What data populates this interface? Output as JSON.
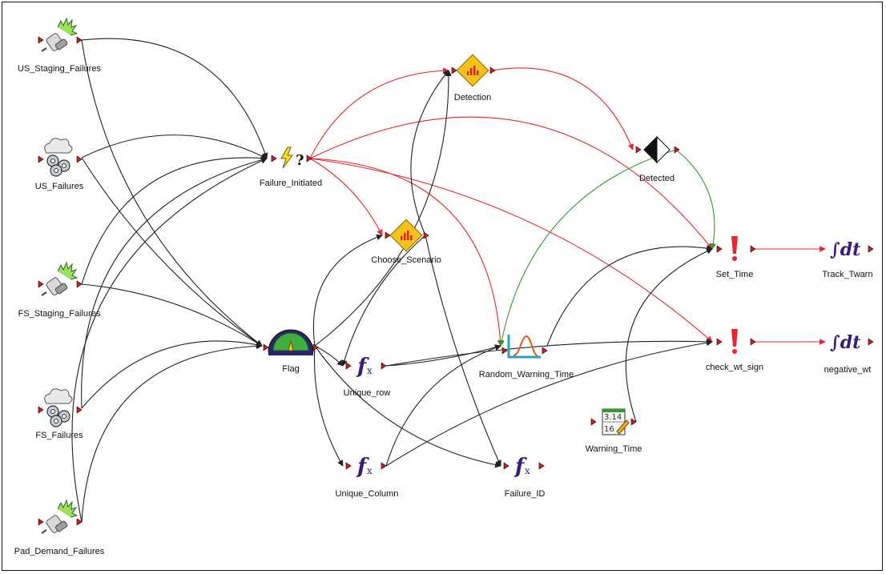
{
  "nodes": [
    {
      "id": "US_Staging_Failures",
      "label": "US_Staging_Failures",
      "icon": "spark-plug-icon"
    },
    {
      "id": "US_Failures",
      "label": "US_Failures",
      "icon": "gears-cloud-icon"
    },
    {
      "id": "FS_Staging_Failures",
      "label": "FS_Staging_Failures",
      "icon": "spark-plug-icon"
    },
    {
      "id": "FS_Failures",
      "label": "FS_Failures",
      "icon": "gears-cloud-icon"
    },
    {
      "id": "Pad_Demand_Failures",
      "label": "Pad_Demand_Failures",
      "icon": "spark-plug-icon"
    },
    {
      "id": "Failure_Initiated",
      "label": "Failure_Initiated",
      "icon": "lightning-question-icon"
    },
    {
      "id": "Flag",
      "label": "Flag",
      "icon": "selector-dial-icon"
    },
    {
      "id": "Detection",
      "label": "Detection",
      "icon": "discrete-distribution-icon"
    },
    {
      "id": "Choose_Scenario",
      "label": "Choose_Scenario",
      "icon": "discrete-distribution-icon"
    },
    {
      "id": "Unique_row",
      "label": "Unique_row",
      "icon": "function-icon"
    },
    {
      "id": "Unique_Column",
      "label": "Unique_Column",
      "icon": "function-icon"
    },
    {
      "id": "Failure_ID",
      "label": "Failure_ID",
      "icon": "function-icon"
    },
    {
      "id": "Random_Warning_Time",
      "label": "Random_Warning_Time",
      "icon": "stochastic-distribution-icon"
    },
    {
      "id": "Detected",
      "label": "Detected",
      "icon": "status-diamond-icon"
    },
    {
      "id": "Set_Time",
      "label": "Set_Time",
      "icon": "trigger-exclamation-icon"
    },
    {
      "id": "check_wt_sign",
      "label": "check_wt_sign",
      "icon": "trigger-exclamation-icon"
    },
    {
      "id": "Warning_Time",
      "label": "Warning_Time",
      "icon": "data-table-icon"
    },
    {
      "id": "Track_Twarn",
      "label": "Track_Twarn",
      "icon": "integrator-icon"
    },
    {
      "id": "negative_wt",
      "label": "negative_wt",
      "icon": "integrator-icon"
    }
  ],
  "links": [
    {
      "from": "US_Staging_Failures",
      "to": "Failure_Initiated",
      "color": "black"
    },
    {
      "from": "US_Staging_Failures",
      "to": "Flag",
      "color": "black"
    },
    {
      "from": "US_Failures",
      "to": "Failure_Initiated",
      "color": "black"
    },
    {
      "from": "US_Failures",
      "to": "Flag",
      "color": "black"
    },
    {
      "from": "FS_Staging_Failures",
      "to": "Failure_Initiated",
      "color": "black"
    },
    {
      "from": "FS_Staging_Failures",
      "to": "Flag",
      "color": "black"
    },
    {
      "from": "FS_Failures",
      "to": "Failure_Initiated",
      "color": "black"
    },
    {
      "from": "FS_Failures",
      "to": "Flag",
      "color": "black"
    },
    {
      "from": "Pad_Demand_Failures",
      "to": "Failure_Initiated",
      "color": "black"
    },
    {
      "from": "Pad_Demand_Failures",
      "to": "Flag",
      "color": "black"
    },
    {
      "from": "Failure_Initiated",
      "to": "Detection",
      "color": "red"
    },
    {
      "from": "Failure_Initiated",
      "to": "Choose_Scenario",
      "color": "red"
    },
    {
      "from": "Failure_Initiated",
      "to": "Random_Warning_Time",
      "color": "red"
    },
    {
      "from": "Failure_Initiated",
      "to": "Set_Time",
      "color": "red"
    },
    {
      "from": "Failure_Initiated",
      "to": "check_wt_sign",
      "color": "red"
    },
    {
      "from": "Detection",
      "to": "Detected",
      "color": "red"
    },
    {
      "from": "Detected",
      "to": "Set_Time",
      "color": "green"
    },
    {
      "from": "Detected",
      "to": "Random_Warning_Time",
      "color": "green"
    },
    {
      "from": "Choose_Scenario",
      "to": "Detection",
      "color": "black"
    },
    {
      "from": "Choose_Scenario",
      "to": "Unique_row",
      "color": "black"
    },
    {
      "from": "Choose_Scenario",
      "to": "Failure_ID",
      "color": "black"
    },
    {
      "from": "Flag",
      "to": "Detection",
      "color": "black"
    },
    {
      "from": "Flag",
      "to": "Choose_Scenario",
      "color": "black"
    },
    {
      "from": "Flag",
      "to": "Unique_row",
      "color": "black"
    },
    {
      "from": "Flag",
      "to": "Unique_Column",
      "color": "black"
    },
    {
      "from": "Flag",
      "to": "Failure_ID",
      "color": "black"
    },
    {
      "from": "Unique_row",
      "to": "Random_Warning_Time",
      "color": "black"
    },
    {
      "from": "Unique_row",
      "to": "check_wt_sign",
      "color": "black"
    },
    {
      "from": "Unique_Column",
      "to": "Random_Warning_Time",
      "color": "black"
    },
    {
      "from": "Unique_Column",
      "to": "check_wt_sign",
      "color": "black"
    },
    {
      "from": "Random_Warning_Time",
      "to": "Set_Time",
      "color": "black"
    },
    {
      "from": "Warning_Time",
      "to": "Set_Time",
      "color": "black"
    },
    {
      "from": "Set_Time",
      "to": "Track_Twarn",
      "color": "red"
    },
    {
      "from": "check_wt_sign",
      "to": "negative_wt",
      "color": "red"
    }
  ],
  "colors": {
    "red": "#e8262b",
    "black": "#222222",
    "green": "#2e9b2e",
    "port": "#d41c1c"
  },
  "icon_text": {
    "function": "f",
    "function_sub": "x",
    "integrator": "∫dt",
    "table_top": "3.14",
    "table_bottom": "16"
  }
}
